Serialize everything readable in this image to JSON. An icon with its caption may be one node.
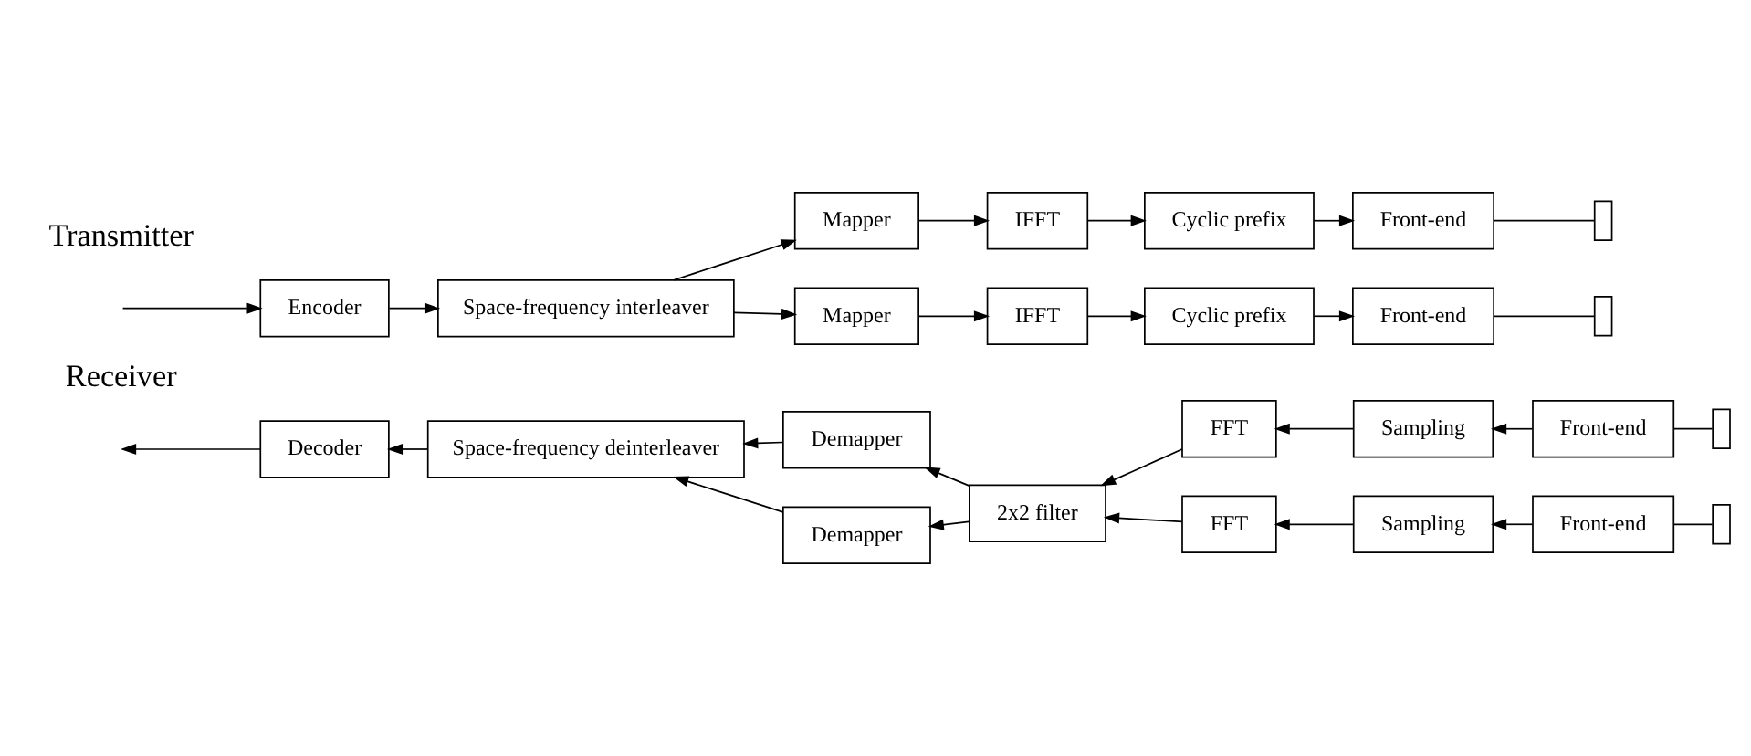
{
  "diagram": {
    "nodes": [
      {
        "text": [
          "Encoder"
        ]
      },
      {
        "text": [
          "Space-frequency interleaver"
        ]
      },
      {
        "text": [
          "Mapper"
        ]
      },
      {
        "text": [
          "IFFT"
        ]
      },
      {
        "text": [
          "Cyclic prefix"
        ]
      },
      {
        "text": [
          "Front-end"
        ]
      },
      {
        "text": [],
        "shape": "box"
      },
      {
        "text": [
          "Mapper"
        ]
      },
      {
        "text": [
          "IFFT"
        ]
      },
      {
        "text": [
          "Cyclic prefix"
        ]
      },
      {
        "text": [
          "Front-end"
        ]
      },
      {
        "text": [],
        "shape": "box"
      },
      {
        "text": [
          "Decoder"
        ]
      },
      {
        "text": [
          "Space-frequency deinterleaver"
        ]
      },
      {
        "text": [
          "Demapper"
        ]
      },
      {
        "text": [
          "Demapper"
        ]
      },
      {
        "text": [
          "2x2 filter"
        ]
      },
      {
        "text": [
          "FFT"
        ]
      },
      {
        "text": [
          "FFT"
        ]
      },
      {
        "text": [
          "Sampling"
        ]
      },
      {
        "text": [
          "Sampling"
        ]
      },
      {
        "text": [
          "Front-end"
        ]
      },
      {
        "text": [
          "Front-end"
        ]
      },
      {
        "text": [],
        "shape": "box"
      },
      {
        "text": [],
        "shape": "box"
      }
    ],
    "edges": [
      {
        "from": null,
        "to": 0,
        "arrow": "to"
      },
      {
        "from": 0,
        "to": 1,
        "arrow": "to"
      },
      {
        "from": 1,
        "to": 2,
        "arrow": "to"
      },
      {
        "from": 2,
        "to": 3,
        "arrow": "to"
      },
      {
        "from": 3,
        "to": 4,
        "arrow": "to"
      },
      {
        "from": 4,
        "to": 5,
        "arrow": "to"
      },
      {
        "from": 5,
        "to": 6,
        "arrow": "none"
      },
      {
        "from": 1,
        "to": 7,
        "arrow": "to"
      },
      {
        "from": 7,
        "to": 8,
        "arrow": "to"
      },
      {
        "from": 8,
        "to": 9,
        "arrow": "to"
      },
      {
        "from": 9,
        "to": 10,
        "arrow": "to"
      },
      {
        "from": 10,
        "to": 11,
        "arrow": "none"
      },
      {
        "from": 23,
        "to": 21,
        "arrow": "none"
      },
      {
        "from": 21,
        "to": 19,
        "arrow": "to"
      },
      {
        "from": 19,
        "to": 17,
        "arrow": "to"
      },
      {
        "from": 17,
        "to": 16,
        "arrow": "to"
      },
      {
        "from": 16,
        "to": 14,
        "arrow": "to"
      },
      {
        "from": 14,
        "to": 13,
        "arrow": "to"
      },
      {
        "from": 24,
        "to": 22,
        "arrow": "none"
      },
      {
        "from": 22,
        "to": 20,
        "arrow": "to"
      },
      {
        "from": 20,
        "to": 18,
        "arrow": "to"
      },
      {
        "from": 18,
        "to": 16,
        "arrow": "to"
      },
      {
        "from": 16,
        "to": 15,
        "arrow": "to"
      },
      {
        "from": 15,
        "to": 13,
        "arrow": "to"
      },
      {
        "from": 13,
        "to": 12,
        "arrow": "to"
      },
      {
        "from": 12,
        "to": null,
        "arrow": "to"
      }
    ],
    "labels": [
      "Transmitter",
      "Receiver"
    ]
  }
}
